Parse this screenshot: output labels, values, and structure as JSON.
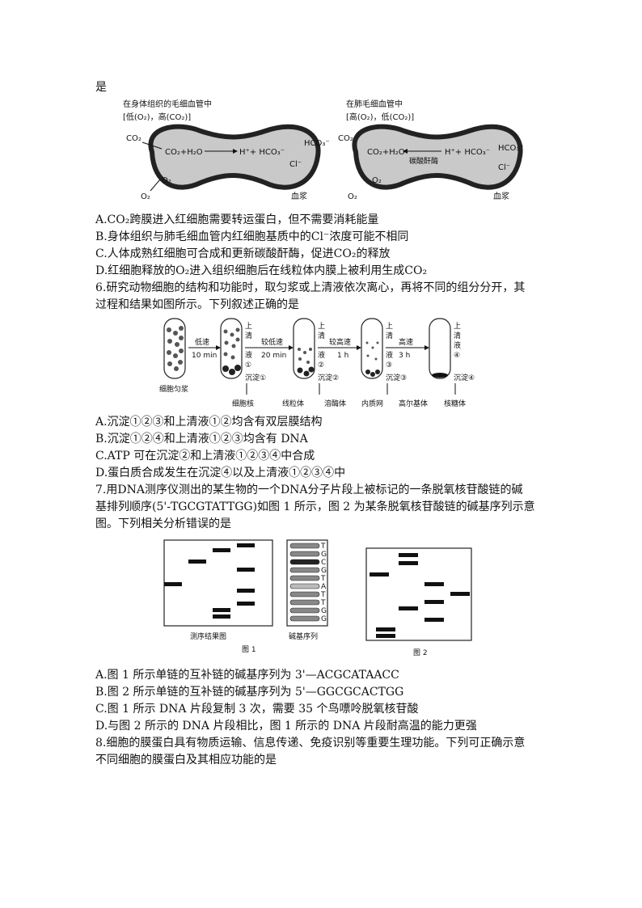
{
  "lines": {
    "l0": "是",
    "q5a": "A.CO₂跨膜进入红细胞需要转运蛋白，但不需要消耗能量",
    "q5b": "B.身体组织与肺毛细血管内红细胞基质中的Cl⁻浓度可能不相同",
    "q5c": "C.人体成熟红细胞可合成和更新碳酸酐酶，促进CO₂的释放",
    "q5d": "D.红细胞释放的O₂进入组织细胞后在线粒体内膜上被利用生成CO₂",
    "q6": "6.研究动物细胞的结构和功能时，取匀浆或上清液依次离心，再将不同的组分分开，其",
    "q6b": "过程和结果如图所示。下列叙述正确的是",
    "q6a": "A.沉淀①②③和上清液①②均含有双层膜结构",
    "q6bb": "B.沉淀①②④和上清液①②③均含有 DNA",
    "q6c": "C.ATP 可在沉淀②和上清液①②③④中合成",
    "q6d": "D.蛋白质合成发生在沉淀④以及上清液①②③④中",
    "q7": "7.用DNA测序仪测出的某生物的一个DNA分子片段上被标记的一条脱氧核苷酸链的碱",
    "q7b": "基排列顺序(5'-TGCGTATTGG)如图 1 所示，图 2 为某条脱氧核苷酸链的碱基序列示意",
    "q7c": "图。下列相关分析错误的是",
    "q7a1": "A.图 1 所示单链的互补链的碱基序列为 3'—ACGCATAACC",
    "q7b1": "B.图 2 所示单链的互补链的碱基序列为 5'—GGCGCACTGG",
    "q7c1": "C.图 1 所示 DNA 片段复制 3 次，需要 35 个鸟嘌呤脱氧核苷酸",
    "q7d1": "D.与图 2 所示的 DNA 片段相比，图 1 所示的 DNA 片段耐高温的能力更强",
    "q8": "8.细胞的膜蛋白具有物质运输、信息传递、免疫识别等重要生理功能。下列可正确示意",
    "q8b": "不同细胞的膜蛋白及其相应功能的是"
  },
  "fig_rbc": {
    "left_title": "在身体组织的毛细血管中",
    "left_sub": "[低(O₂)，高(CO₂)]",
    "right_title": "在肺毛细血管中",
    "right_sub": "[高(O₂)，低(CO₂)]",
    "co2": "CO₂",
    "o2": "O₂",
    "reaction_left": "CO₂+H₂O",
    "reaction_right": "H⁺+ HCO₃⁻",
    "hco3": "HCO₃⁻",
    "cl": "Cl⁻",
    "enzyme": "碳酸酐酶",
    "plasma": "血浆"
  },
  "fig_centrifuge": {
    "homogenate": "细胞匀浆",
    "steps": [
      "低速\n10 min",
      "较低速\n20 min",
      "较高速\n1 h",
      "高速\n3 h"
    ],
    "supernatant": [
      "上清液①",
      "上清液②",
      "上清液③",
      "上清液④"
    ],
    "precipitate": [
      "沉淀①",
      "沉淀②",
      "沉淀③",
      "沉淀④"
    ],
    "products": [
      "细胞核",
      "线粒体",
      "溶酶体",
      "内质网",
      "高尔基体",
      "核糖体"
    ]
  },
  "fig_dna": {
    "fig1_caption": "图 1",
    "fig2_caption": "图 2",
    "seq_result_label": "测序结果图",
    "base_seq_label": "碱基序列",
    "bases": [
      "T",
      "G",
      "C",
      "G",
      "T",
      "A",
      "T",
      "T",
      "G",
      "G"
    ]
  }
}
